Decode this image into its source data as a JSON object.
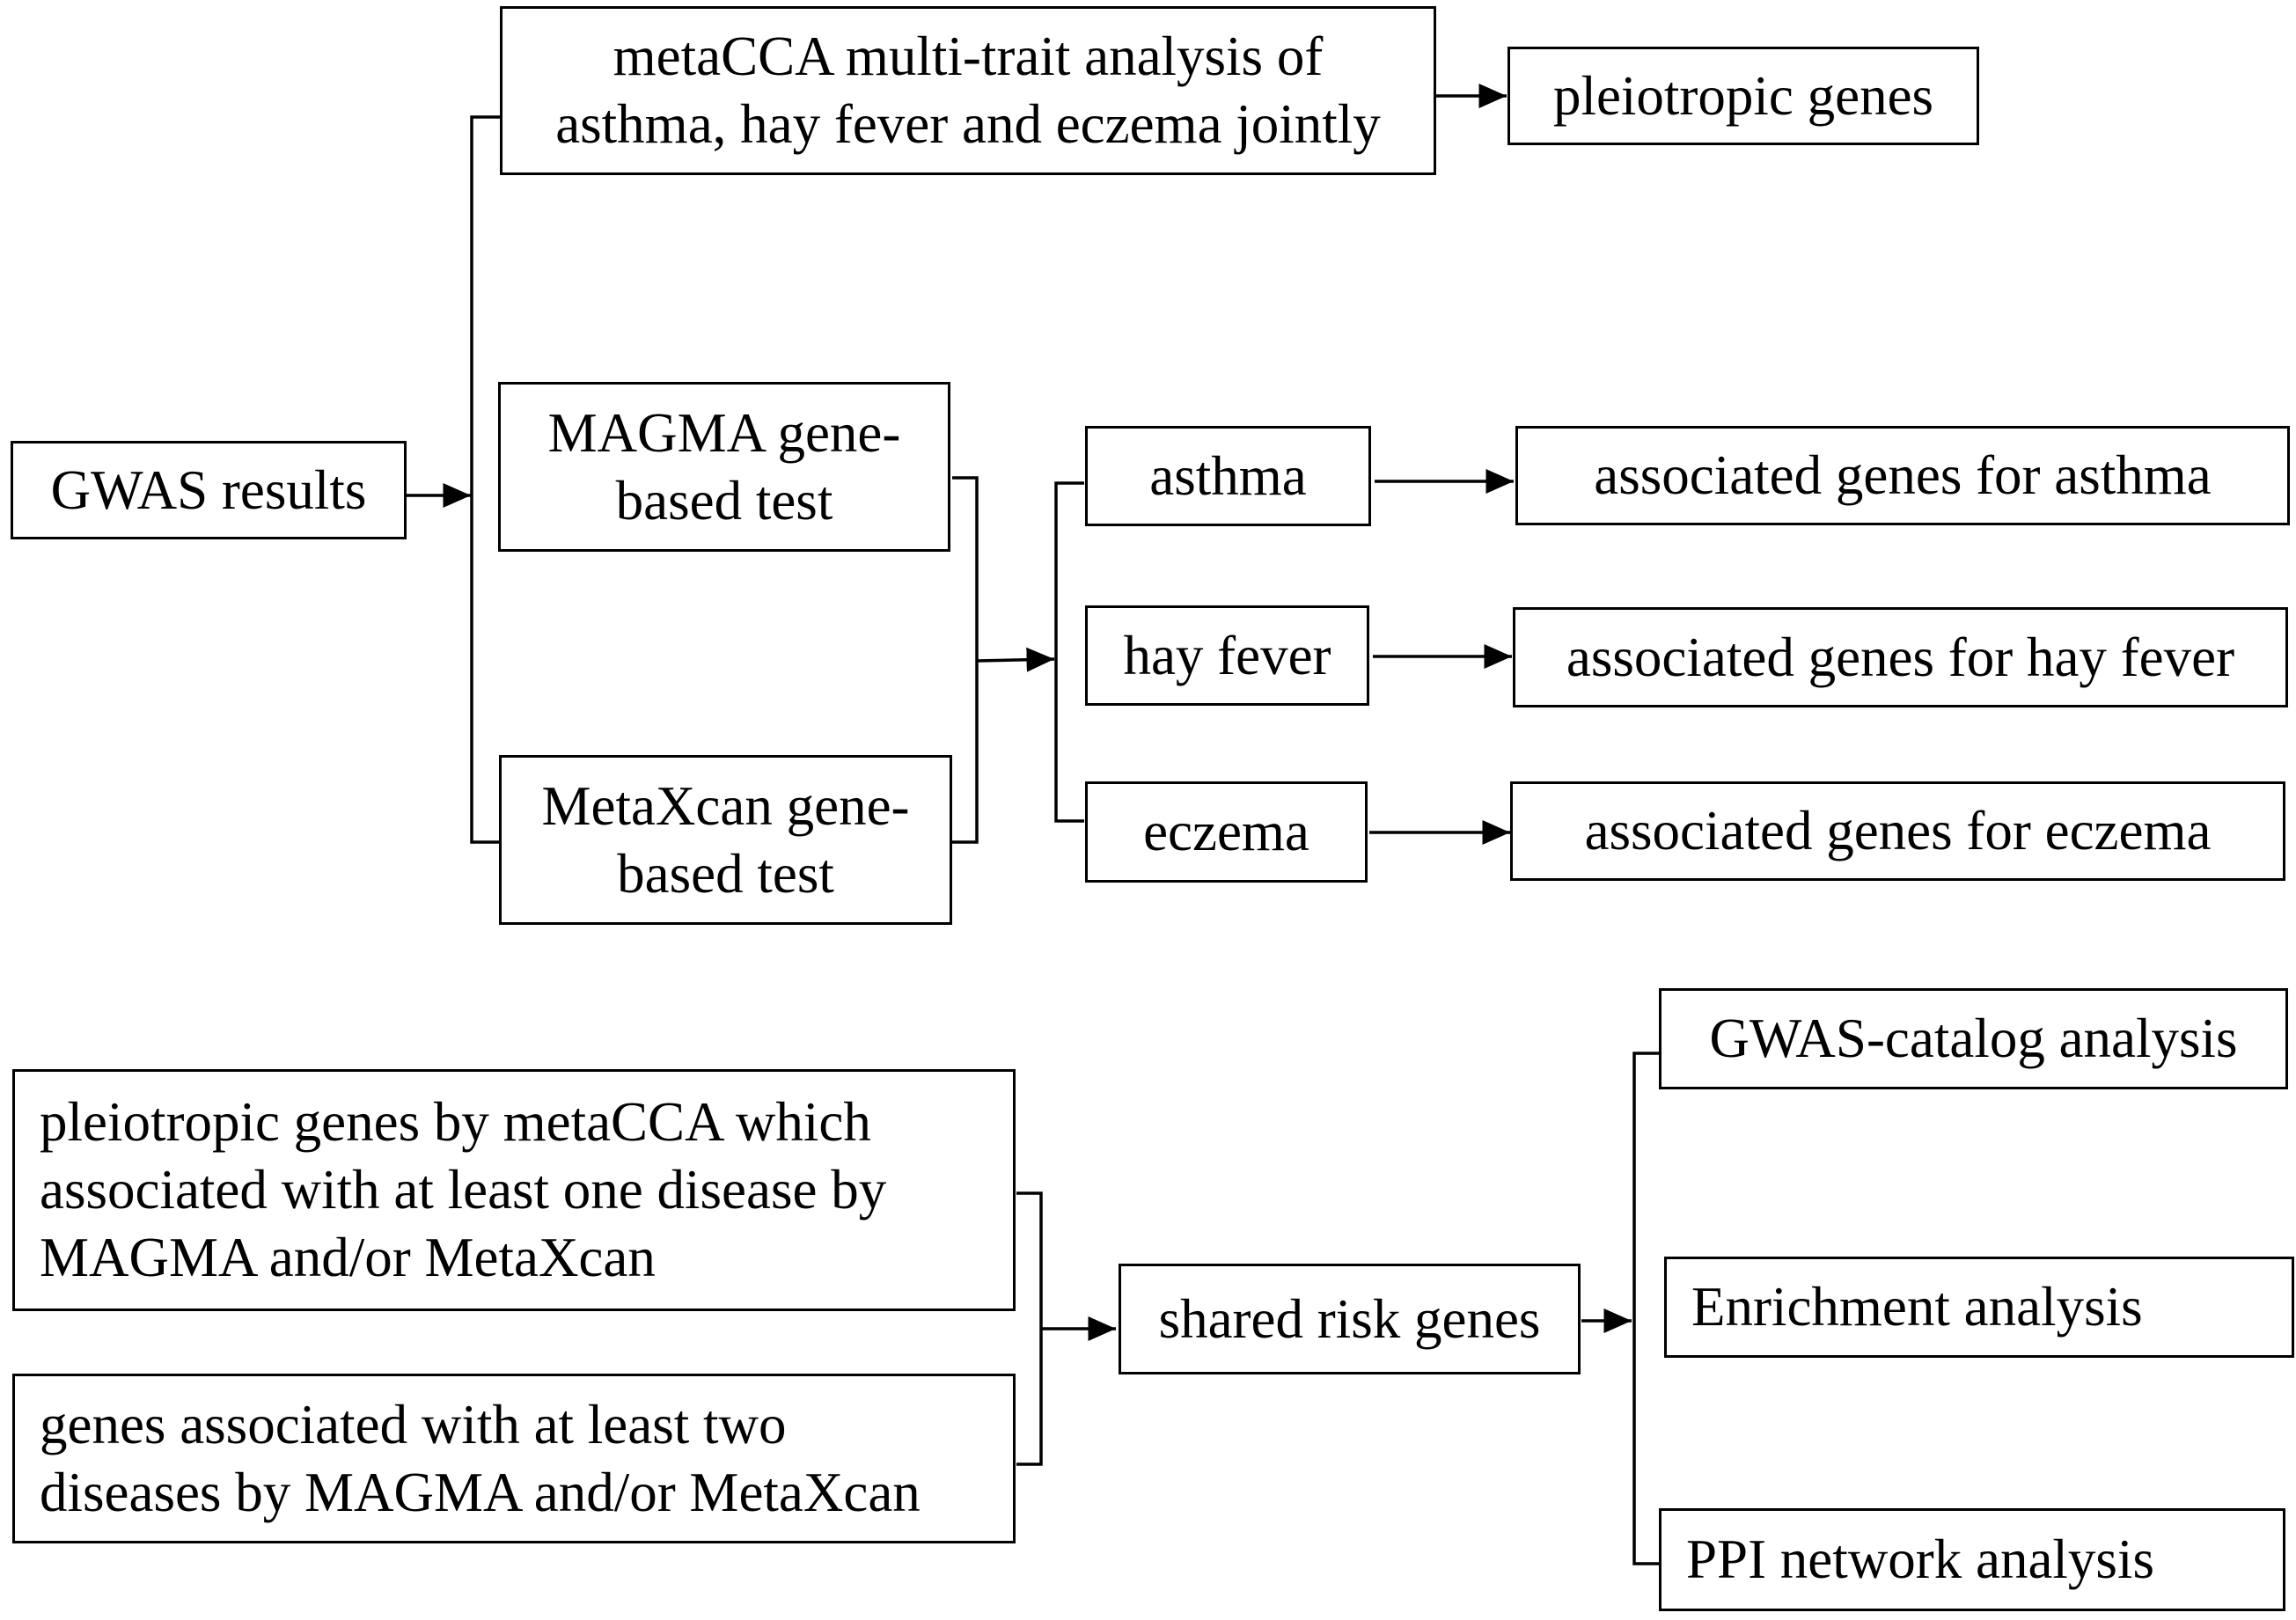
{
  "nodes": {
    "gwas_results": "GWAS results",
    "metacca": "metaCCA multi-trait analysis of\nasthma, hay fever and eczema jointly",
    "pleiotropic_genes": "pleiotropic genes",
    "magma": "MAGMA gene-\nbased test",
    "metaxcan": "MetaXcan gene-\nbased test",
    "asthma": "asthma",
    "hay_fever": "hay fever",
    "eczema": "eczema",
    "assoc_asthma": "associated genes for asthma",
    "assoc_hay_fever": "associated genes for hay fever",
    "assoc_eczema": "associated genes for eczema",
    "pleio_by_metacca": "pleiotropic genes by metaCCA which\nassociated with at least one disease by\nMAGMA and/or MetaXcan",
    "genes_two_diseases": "genes associated with at least two\ndiseases by MAGMA and/or MetaXcan",
    "shared_risk_genes": "shared risk genes",
    "gwas_catalog": "GWAS-catalog analysis",
    "enrichment": "Enrichment analysis",
    "ppi": "PPI network analysis"
  }
}
